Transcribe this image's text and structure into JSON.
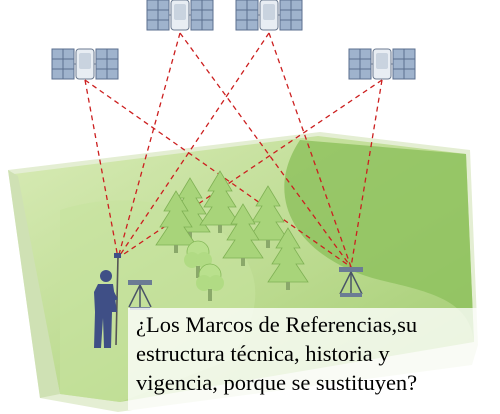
{
  "caption": {
    "line1": "¿Los Marcos de Referencias,su",
    "line2": "estructura técnica, historia y",
    "line3": "vigencia, porque se sustituyen?"
  },
  "colors": {
    "map_light": "#c9e0a2",
    "map_mid": "#a7cd78",
    "map_dark": "#86bb58",
    "signal": "#cc1f1f",
    "satellite_panel": "#8ea3bf",
    "tree": "#9acb6a",
    "person": "#3f4f86"
  },
  "icons": [
    "satellite-icon",
    "tree-icon",
    "tripod-icon",
    "surveyor-icon"
  ]
}
